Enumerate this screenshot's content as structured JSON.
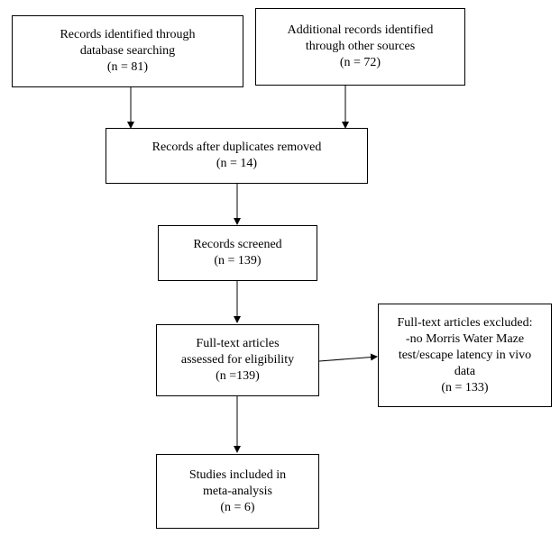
{
  "flowchart": {
    "boxes": {
      "identified_database": {
        "lines": [
          "Records identified through",
          "database searching",
          "(n = 81)"
        ]
      },
      "identified_other": {
        "lines": [
          "Additional records identified",
          "through other sources",
          "(n = 72)"
        ]
      },
      "after_duplicates": {
        "lines": [
          "Records after duplicates removed",
          "(n = 14)"
        ]
      },
      "screened": {
        "lines": [
          "Records screened",
          "(n = 139)"
        ]
      },
      "fulltext_assessed": {
        "lines": [
          "Full-text articles",
          "assessed for eligibility",
          "(n =139)"
        ]
      },
      "fulltext_excluded": {
        "lines": [
          "Full-text articles excluded:",
          "-no Morris Water Maze",
          "test/escape latency in vivo",
          "data",
          "(n = 133)"
        ]
      },
      "included": {
        "lines": [
          "Studies included in",
          "meta-analysis",
          "(n = 6)"
        ]
      }
    },
    "line_color": "#000000"
  }
}
